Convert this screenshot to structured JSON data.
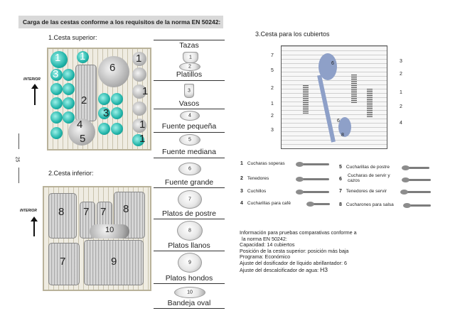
{
  "header": {
    "title": "Carga de las cestas conforme a los requisitos de la norma EN 50242:"
  },
  "page_number": "25",
  "sections": {
    "upper": "1.Cesta superior:",
    "lower": "2.Cesta inferior:",
    "cutlery": "3.Cesta para los cubiertos"
  },
  "interior_label": "INTERIOR",
  "upper_numbers": [
    "1",
    "1",
    "6",
    "1",
    "3",
    "1",
    "2",
    "3",
    "1",
    "4",
    "1",
    "5"
  ],
  "lower_numbers": [
    "8",
    "7",
    "7",
    "8",
    "10",
    "7",
    "9"
  ],
  "cutlery_left_numbers": [
    "7",
    "5",
    "2",
    "1",
    "2",
    "3"
  ],
  "cutlery_right_numbers": [
    "3",
    "2",
    "1",
    "2",
    "4"
  ],
  "cutlery_inner_numbers": [
    "6",
    "6",
    "8"
  ],
  "legend": {
    "tazas": {
      "label": "Tazas",
      "num": "1"
    },
    "platillos": {
      "label": "Platillos",
      "num": "2"
    },
    "vasos": {
      "label": "Vasos",
      "num": "3"
    },
    "fuente_pequena": {
      "label": "Fuente pequeña",
      "num": "4"
    },
    "fuente_mediana": {
      "label": "Fuente mediana",
      "num": "5"
    },
    "fuente_grande": {
      "label": "Fuente grande",
      "num": "6"
    },
    "platos_postre": {
      "label": "Platos de postre",
      "num": "7"
    },
    "platos_llanos": {
      "label": "Platos llanos",
      "num": "8"
    },
    "platos_hondos": {
      "label": "Platos hondos",
      "num": "9"
    },
    "bandeja_oval": {
      "label": "Bandeja oval",
      "num": "10"
    }
  },
  "cutlery": [
    {
      "num": "1",
      "label": "Cucharas soperas"
    },
    {
      "num": "2",
      "label": "Tenedores"
    },
    {
      "num": "3",
      "label": "Cuchillos"
    },
    {
      "num": "4",
      "label": "Cucharillas para café"
    },
    {
      "num": "5",
      "label": "Cucharillas de postre"
    },
    {
      "num": "6",
      "label": "Cucharas de servir y cazos"
    },
    {
      "num": "7",
      "label": "Tenedores de servir"
    },
    {
      "num": "8",
      "label": "Cucharones para salsa"
    }
  ],
  "info": {
    "line1": "Información para pruebas comparativas conforme a",
    "line2": "la norma EN 50242:",
    "line3": "Capacidad: 14 cubiertos",
    "line4": "Posición de la cesta superior: posición más baja",
    "line5": "Programa: Económico",
    "line6": "Ajuste del dosificador de líquido abrillantador: 6",
    "line7_prefix": "Ajuste del descalcificador de agua:",
    "line7_value": "H3"
  },
  "colors": {
    "teal": "#1fb3a8",
    "header_bg": "#d9d9d9",
    "rack_frame": "#b9b29a"
  }
}
